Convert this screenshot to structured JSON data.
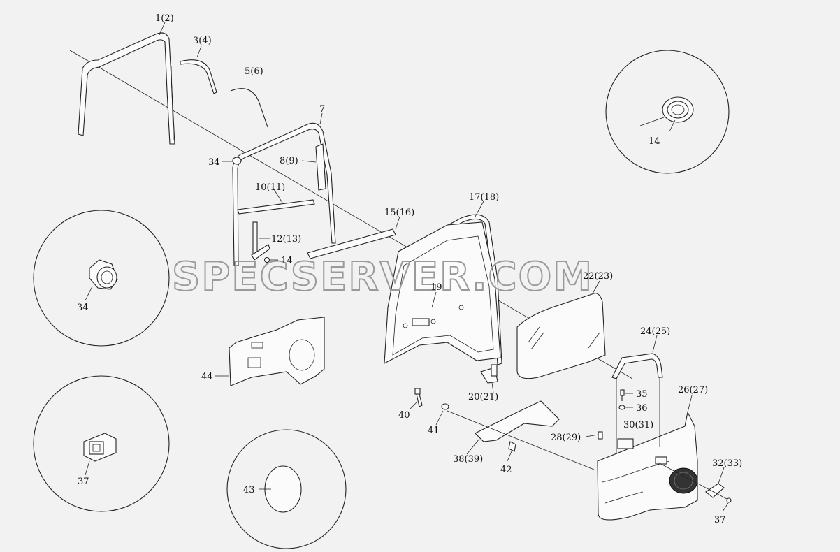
{
  "watermark": "SPECSERVER.COM",
  "labels": {
    "l1_2": "1(2)",
    "l3_4": "3(4)",
    "l5_6": "5(6)",
    "l7": "7",
    "l8_9": "8(9)",
    "l10_11": "10(11)",
    "l12_13": "12(13)",
    "l14a": "14",
    "l14b": "14",
    "l15_16": "15(16)",
    "l17_18": "17(18)",
    "l19": "19",
    "l20_21": "20(21)",
    "l22_23": "22(23)",
    "l24_25": "24(25)",
    "l26_27": "26(27)",
    "l28_29": "28(29)",
    "l30_31": "30(31)",
    "l32_33": "32(33)",
    "l34a": "34",
    "l34b": "34",
    "l35": "35",
    "l36": "36",
    "l37a": "37",
    "l37b": "37",
    "l38_39": "38(39)",
    "l40": "40",
    "l41": "41",
    "l42": "42",
    "l43": "43",
    "l44": "44"
  }
}
